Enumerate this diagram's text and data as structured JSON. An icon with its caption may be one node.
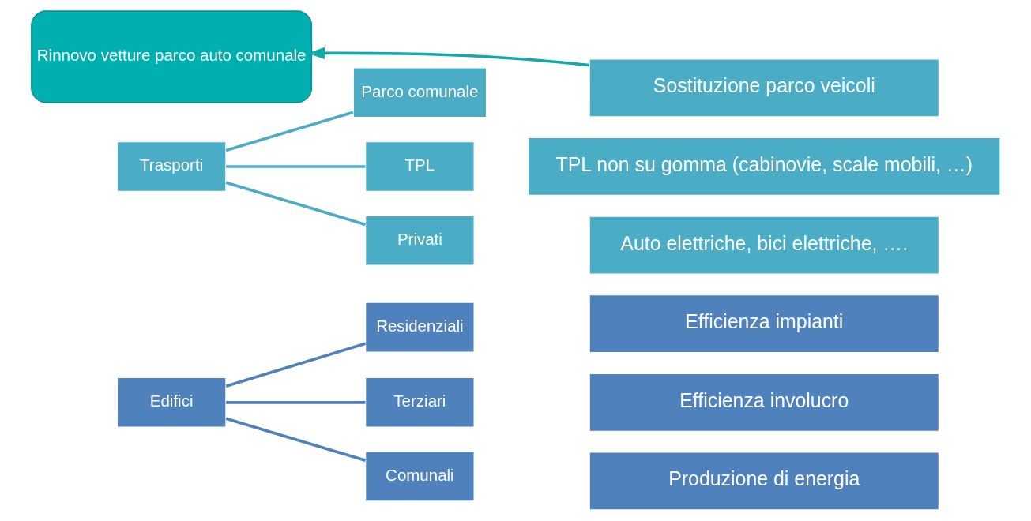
{
  "diagram": {
    "nodes": [
      {
        "text": [
          "Edifici"
        ]
      },
      {
        "text": [
          "Residenziali"
        ]
      },
      {
        "text": [
          "Terziari"
        ]
      },
      {
        "text": [
          "Comunali"
        ]
      },
      {
        "text": [
          "Efficienza impianti"
        ]
      },
      {
        "text": [
          "Efficienza involucro"
        ]
      },
      {
        "text": [
          "Produzione di energia"
        ]
      },
      {
        "text": [
          "Rinnovo vetture parco auto comunale"
        ]
      },
      {
        "text": [
          "Trasporti"
        ]
      },
      {
        "text": [
          "Parco comunale"
        ]
      },
      {
        "text": [
          "TPL"
        ]
      },
      {
        "text": [
          "Privati"
        ]
      },
      {
        "text": [
          "Sostituzione parco veicoli"
        ]
      },
      {
        "text": [
          "TPL non su gomma (cabinovie, scale mobili, …)"
        ]
      },
      {
        "text": [
          "Auto elettriche, bici elettriche, …."
        ]
      }
    ],
    "edges": [
      {
        "from": 0,
        "to": 1,
        "arrow": "none"
      },
      {
        "from": 0,
        "to": 2,
        "arrow": "none"
      },
      {
        "from": 0,
        "to": 3,
        "arrow": "none"
      },
      {
        "from": 12,
        "to": 7,
        "arrow": "to",
        "color": "#14a9a9"
      },
      {
        "from": 8,
        "to": 9,
        "arrow": "none"
      },
      {
        "from": 8,
        "to": 10,
        "arrow": "none"
      },
      {
        "from": 8,
        "to": 11,
        "arrow": "none"
      }
    ]
  }
}
